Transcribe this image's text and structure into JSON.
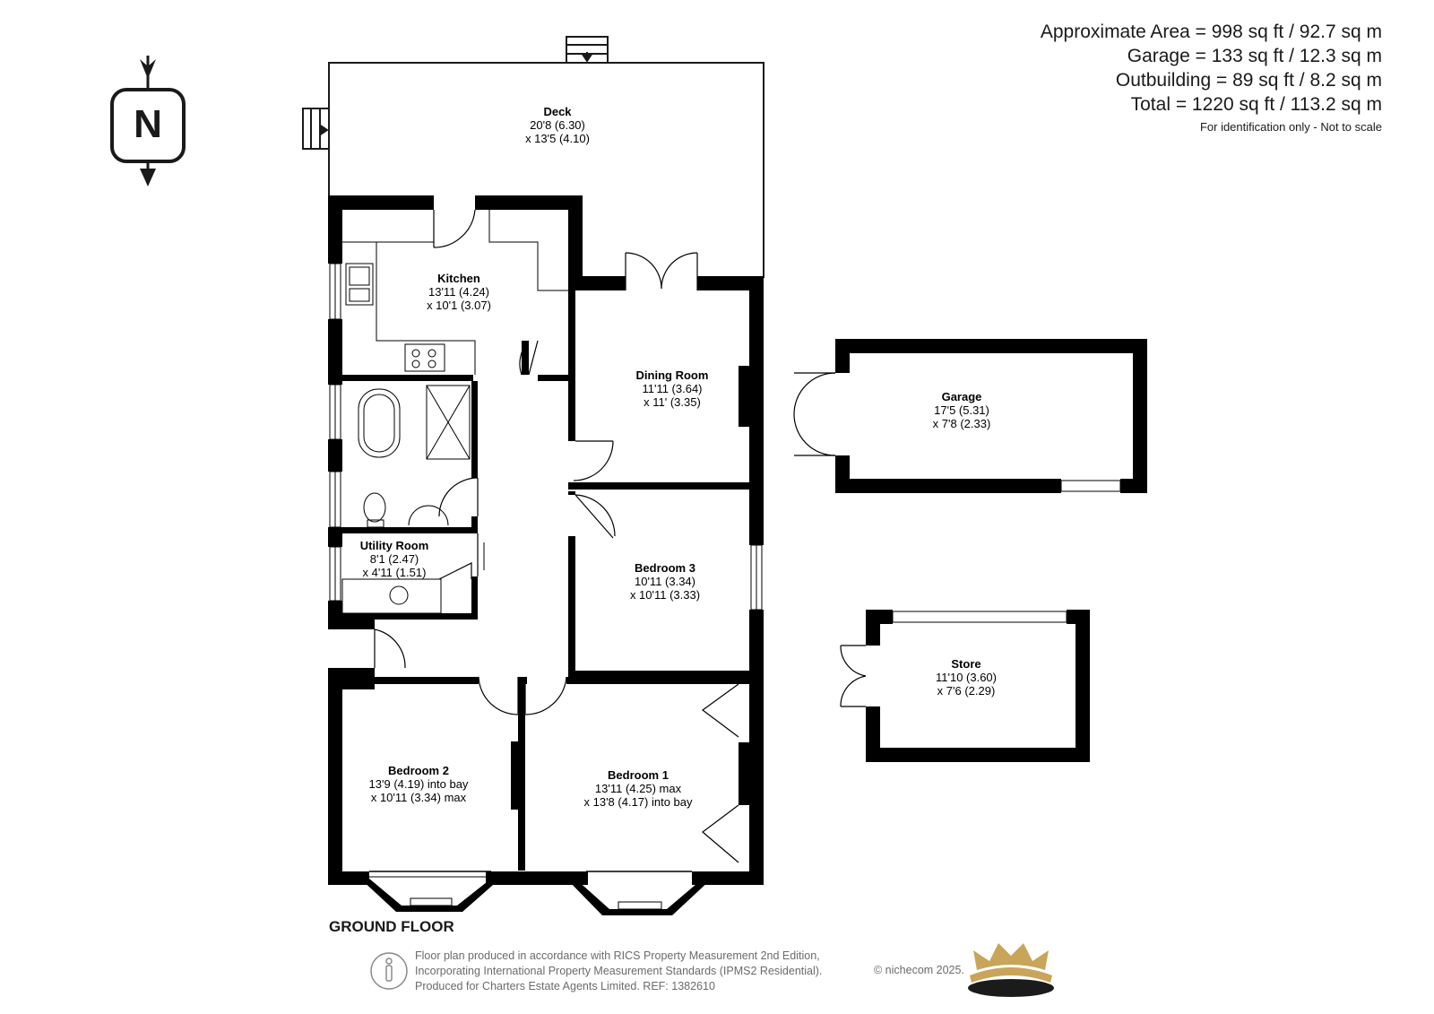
{
  "areas": {
    "lines": [
      "Approximate Area = 998 sq ft / 92.7 sq m",
      "Garage = 133 sq ft / 12.3 sq m",
      "Outbuilding = 89 sq ft / 8.2 sq m",
      "Total = 1220 sq ft / 113.2 sq m"
    ],
    "note": "For identification only - Not to scale"
  },
  "compass": {
    "letter": "N"
  },
  "rooms": {
    "deck": {
      "name": "Deck",
      "dim1": "20'8 (6.30)",
      "dim2": "x 13'5 (4.10)"
    },
    "kitchen": {
      "name": "Kitchen",
      "dim1": "13'11 (4.24)",
      "dim2": "x 10'1 (3.07)"
    },
    "dining": {
      "name": "Dining Room",
      "dim1": "11'11 (3.64)",
      "dim2": "x 11' (3.35)"
    },
    "utility": {
      "name": "Utility Room",
      "dim1": "8'1 (2.47)",
      "dim2": "x 4'11 (1.51)"
    },
    "bedroom3": {
      "name": "Bedroom 3",
      "dim1": "10'11 (3.34)",
      "dim2": "x 10'11 (3.33)"
    },
    "bedroom2": {
      "name": "Bedroom 2",
      "dim1": "13'9 (4.19) into bay",
      "dim2": "x 10'11 (3.34) max"
    },
    "bedroom1": {
      "name": "Bedroom 1",
      "dim1": "13'11 (4.25) max",
      "dim2": "x 13'8 (4.17) into bay"
    },
    "garage": {
      "name": "Garage",
      "dim1": "17'5 (5.31)",
      "dim2": "x 7'8 (2.33)"
    },
    "store": {
      "name": "Store",
      "dim1": "11'10 (3.60)",
      "dim2": "x 7'6 (2.29)"
    }
  },
  "floor_label": "GROUND FLOOR",
  "footer": {
    "lines": [
      "Floor plan produced in accordance with RICS Property Measurement 2nd Edition,",
      "Incorporating International Property Measurement Standards (IPMS2 Residential).",
      "Produced for Charters Estate Agents Limited.   REF: 1382610"
    ],
    "copyright": "© nichecom 2025."
  },
  "colors": {
    "wall": "#000000",
    "text": "#1a1a1a",
    "footer_text": "#6b6b6b",
    "crown_gold": "#c9a559",
    "crown_dark": "#1b1b1b"
  }
}
